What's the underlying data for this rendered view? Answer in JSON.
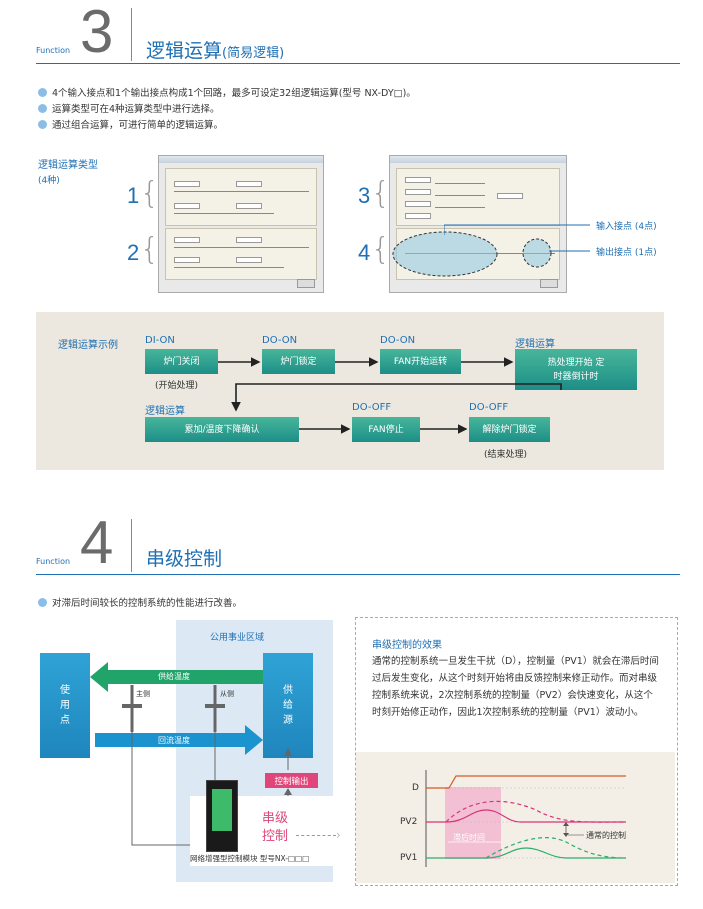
{
  "section3": {
    "function_label": "Function",
    "number": "3",
    "title": "逻辑运算",
    "title_sub": "(简易逻辑)",
    "bullets": [
      "4个输入接点和1个输出接点构成1个回路，最多可设定32组逻辑运算(型号 NX-DY□)。",
      "运算类型可在4种运算类型中进行选择。",
      "通过组合运算，可进行简单的逻辑运算。"
    ],
    "types_label": "逻辑运算类型",
    "types_count": "(4种)",
    "type_numbers": [
      "1",
      "2",
      "3",
      "4"
    ],
    "input_label": "输入接点 (4点)",
    "output_label": "输出接点 (1点)"
  },
  "example": {
    "label": "逻辑运算示例",
    "row1": [
      {
        "tag": "DI-ON",
        "box": "炉门关闭"
      },
      {
        "tag": "DO-ON",
        "box": "炉门锁定"
      },
      {
        "tag": "DO-ON",
        "box": "FAN开始运转"
      },
      {
        "tag": "逻辑运算",
        "box": "热处理开始 定时器倒计时"
      }
    ],
    "row2": [
      {
        "tag": "逻辑运算",
        "box": "累加/温度下降确认"
      },
      {
        "tag": "DO-OFF",
        "box": "FAN停止"
      },
      {
        "tag": "DO-OFF",
        "box": "解除炉门锁定"
      }
    ],
    "start_note": "(开始处理)",
    "end_note": "(结束处理)"
  },
  "section4": {
    "function_label": "Function",
    "number": "4",
    "title": "串级控制",
    "bullet": "对滞后时间较长的控制系统的性能进行改善。",
    "diagram": {
      "utility_area": "公用事业区域",
      "use_point": "使用点",
      "supply_source": "供给源",
      "supply_temp": "供给温度",
      "primary": "主侧",
      "secondary": "从侧",
      "return_temp": "回流温度",
      "control_output": "控制输出",
      "cascade_label": "串级控制",
      "module_caption": "网络增强型控制模块 型号NX-□□□"
    },
    "effect": {
      "title": "串级控制的效果",
      "text": "通常的控制系统一旦发生干扰（D），控制量（PV1）就会在滞后时间过后发生变化，从这个时刻开始将由反馈控制来修正动作。而对串级控制系统来说，2次控制系统的控制量（PV2）会快速变化，从这个时刻开始修正动作，因此1次控制系统的控制量（PV1）波动小。",
      "signals": [
        "D",
        "PV2",
        "PV1"
      ],
      "delay_label": "滞后时间",
      "normal_label": "通常的控制"
    }
  },
  "colors": {
    "accent_blue": "#1e6fb3",
    "green_box": "#2a9f8f",
    "example_bg": "#ece8df"
  }
}
